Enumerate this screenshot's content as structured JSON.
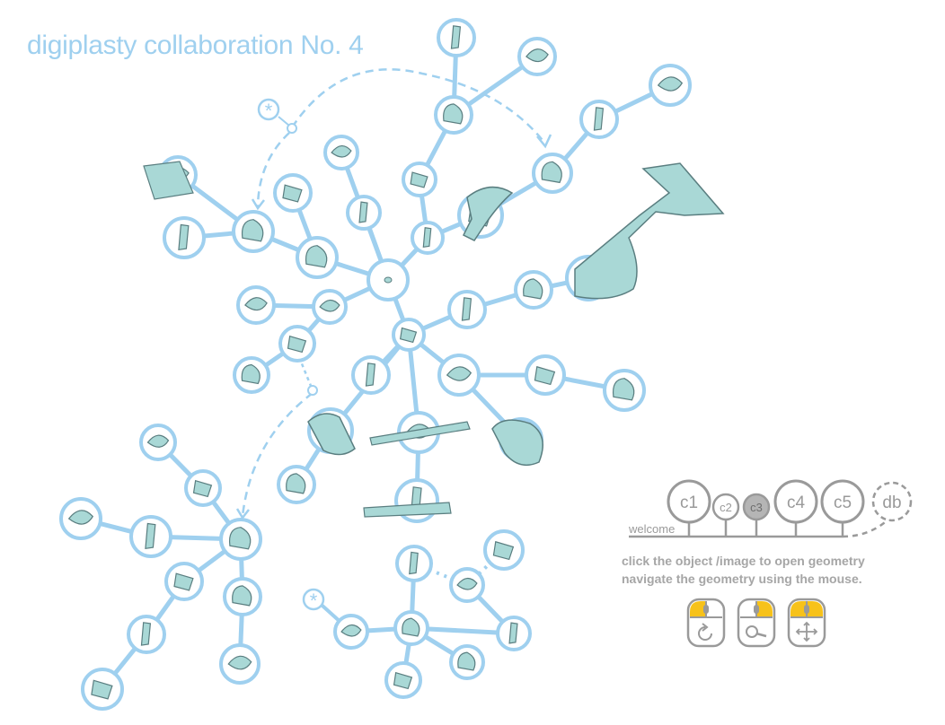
{
  "title": "digiplasty collaboration No. 4",
  "colors": {
    "accent": "#9fd0ef",
    "object_fill": "#a9d8d6",
    "object_dark": "#5a7e80",
    "legend_gray": "#9a9a9a",
    "mouse_highlight": "#f7c21a"
  },
  "legend": {
    "welcome_label": "welcome",
    "collaborations": [
      {
        "label": "c1",
        "state": "normal"
      },
      {
        "label": "c2",
        "state": "small"
      },
      {
        "label": "c3",
        "state": "selected"
      },
      {
        "label": "c4",
        "state": "normal"
      },
      {
        "label": "c5",
        "state": "normal"
      },
      {
        "label": "db",
        "state": "dashed"
      }
    ]
  },
  "instructions": {
    "line1": "click the object /image to open geometry",
    "line2": "navigate the geometry using the mouse."
  },
  "mouse_controls": [
    {
      "name": "rotate",
      "icon": "rotate-icon",
      "highlight": "left"
    },
    {
      "name": "zoom",
      "icon": "zoom-icon",
      "highlight": "right"
    },
    {
      "name": "pan",
      "icon": "pan-icon",
      "highlight": "both"
    }
  ],
  "star_markers": [
    "*",
    "*"
  ]
}
